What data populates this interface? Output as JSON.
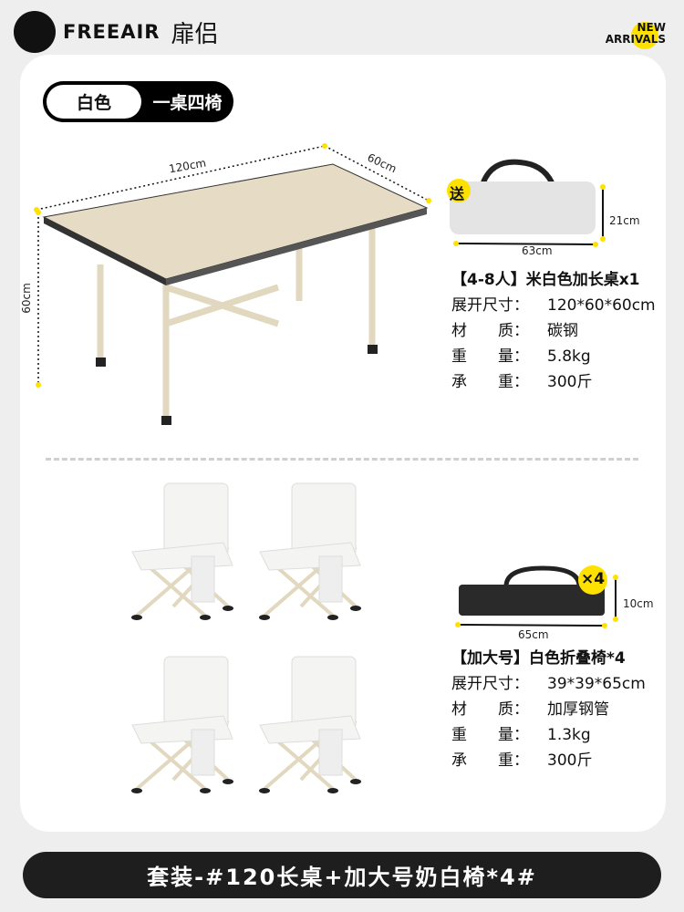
{
  "header": {
    "brand": "FREEAIR",
    "brand_cn": "扉侣",
    "badge_line1": "NEW",
    "badge_line2": "ARRIVALS"
  },
  "selector": {
    "color": "白色",
    "set": "一桌四椅"
  },
  "table": {
    "dims": {
      "length": "120cm",
      "width": "60cm",
      "height": "60cm"
    },
    "bag": {
      "gift": "送",
      "length": "63cm",
      "height": "21cm"
    },
    "title": "【4-8人】米白色加长桌x1",
    "specs": [
      {
        "label": "展开尺寸：",
        "value": "120*60*60cm"
      },
      {
        "label": "材　　质：",
        "value": "碳钢"
      },
      {
        "label": "重　　量：",
        "value": "5.8kg"
      },
      {
        "label": "承　　重：",
        "value": "300斤"
      }
    ]
  },
  "chair": {
    "bag": {
      "count": "×4",
      "length": "65cm",
      "height": "10cm"
    },
    "title": "【加大号】白色折叠椅*4",
    "specs": [
      {
        "label": "展开尺寸：",
        "value": "39*39*65cm"
      },
      {
        "label": "材　　质：",
        "value": "加厚钢管"
      },
      {
        "label": "重　　量：",
        "value": "1.3kg"
      },
      {
        "label": "承　　重：",
        "value": "300斤"
      }
    ]
  },
  "footer": {
    "label": "套装-#120长桌+加大号奶白椅*4#"
  },
  "colors": {
    "accent": "#ffe100",
    "bar": "#1e1e1e",
    "table_top": "#e6dcc6"
  }
}
